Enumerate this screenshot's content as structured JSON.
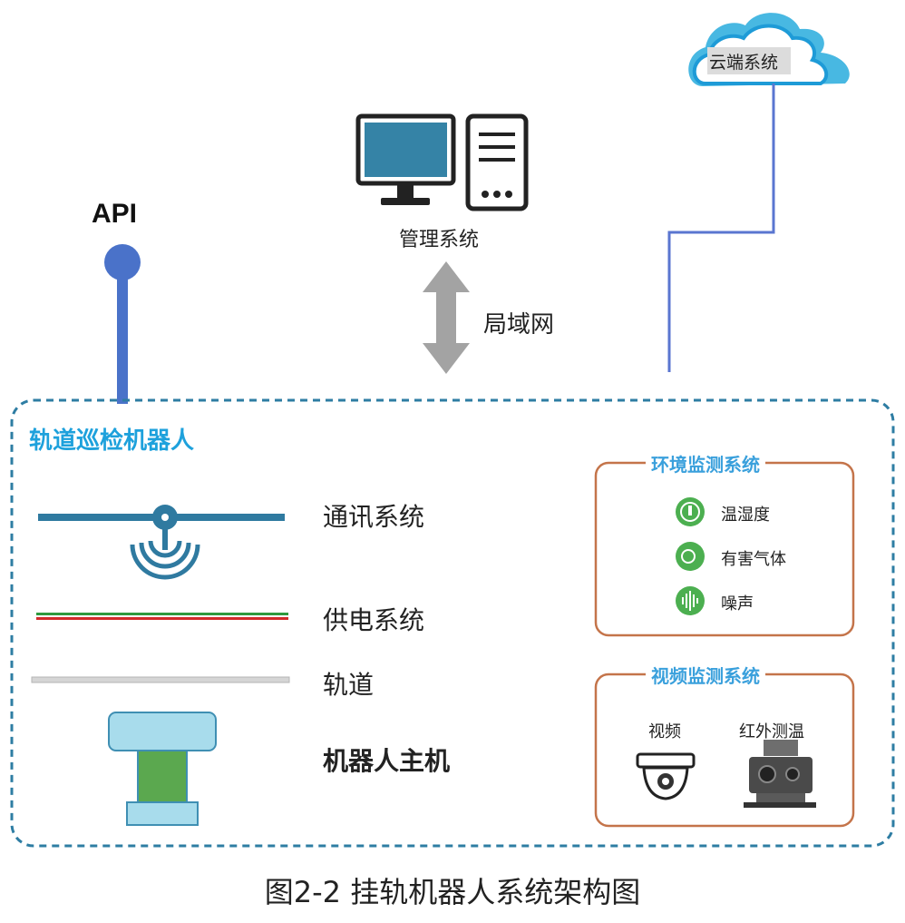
{
  "cloud": {
    "label": "云端系统"
  },
  "management": {
    "label": "管理系统"
  },
  "network": {
    "label": "局域网"
  },
  "api": {
    "label": "API"
  },
  "robot": {
    "title": "轨道巡检机器人",
    "systems": [
      {
        "label": "通讯系统"
      },
      {
        "label": "供电系统"
      },
      {
        "label": "轨道"
      },
      {
        "label": "机器人主机"
      }
    ]
  },
  "environment": {
    "title": "环境监测系统",
    "items": [
      {
        "label": "温湿度",
        "icon": "thermometer-icon"
      },
      {
        "label": "有害气体",
        "icon": "gas-icon"
      },
      {
        "label": "噪声",
        "icon": "sound-wave-icon"
      }
    ]
  },
  "video": {
    "title": "视频监测系统",
    "items": [
      {
        "label": "视频",
        "icon": "dome-camera-icon"
      },
      {
        "label": "红外测温",
        "icon": "infrared-camera-icon"
      }
    ]
  },
  "caption": "图2-2 挂轨机器人系统架构图",
  "colors": {
    "accent_blue": "#1ea1dc",
    "api_blue": "#4a72c9",
    "panel_border": "#c4744a",
    "rail_blue": "#2f7aa0",
    "monitor_blue": "#3583a6",
    "green_icon": "#4caf50"
  }
}
